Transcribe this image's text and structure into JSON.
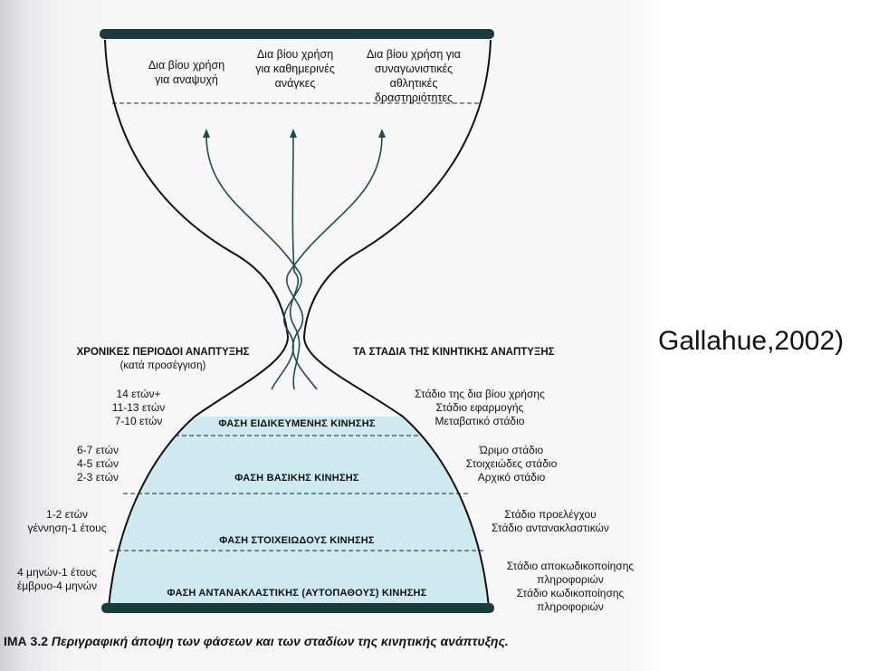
{
  "top_uses": [
    [
      "Δια βίου χρήση",
      "για αναψυχή"
    ],
    [
      "Δια βίου χρήση",
      "για καθημερινές",
      "ανάγκες"
    ],
    [
      "Δια βίου χρήση για",
      "συναγωνιστικές",
      "αθλητικές",
      "δραστηριότητες"
    ]
  ],
  "left_header": [
    "ΧΡΟΝΙΚΕΣ ΠΕΡΙΟΔΟΙ ΑΝΑΠΤΥΞΗΣ",
    "(κατά προσέγγιση)"
  ],
  "right_header": "ΤΑ ΣΤΑΔΙΑ ΤΗΣ ΚΙΝΗΤΙΚΗΣ ΑΝΑΠΤΥΞΗΣ",
  "phases": [
    "ΦΑΣΗ ΕΙΔΙΚΕΥΜΕΝΗΣ ΚΙΝΗΣΗΣ",
    "ΦΑΣΗ ΒΑΣΙΚΗΣ ΚΙΝΗΣΗΣ",
    "ΦΑΣΗ ΣΤΟΙΧΕΙΩΔΟΥΣ ΚΙΝΗΣΗΣ",
    "ΦΑΣΗ ΑΝΤΑΝΑΚΛΑΣΤΙΚΗΣ (ΑΥΤΟΠΑΘΟΥΣ) ΚΙΝΗΣΗΣ"
  ],
  "age_groups": [
    [
      "14 ετών+",
      "11-13 ετών",
      "7-10 ετών"
    ],
    [
      "6-7 ετών",
      "4-5 ετών",
      "2-3 ετών"
    ],
    [
      "1-2 ετών",
      "γέννηση-1 έτους"
    ],
    [
      "4 μηνών-1 έτους",
      "έμβρυο-4 μηνών"
    ]
  ],
  "stages": [
    [
      "Στάδιο της δια βίου χρήσης",
      "Στάδιο εφαρμογής",
      "Μεταβατικό στάδιο"
    ],
    [
      "Ώριμο στάδιο",
      "Στοιχειώδες στάδιο",
      "Αρχικό στάδιο"
    ],
    [
      "Στάδιο προελέγχου",
      "Στάδιο αντανακλαστικών"
    ],
    [
      "Στάδιο αποκωδικοποίησης",
      "πληροφοριών",
      "Στάδιο κωδικοποίησης",
      "πληροφοριών"
    ]
  ],
  "caption": {
    "number": "ΙΜΑ 3.2",
    "text": "Περιγραφική άποψη των φάσεων και των σταδίων της κινητικής ανάπτυξης."
  },
  "citation": "Gallahue,2002)",
  "colors": {
    "fill": "#cfe9f0",
    "rod": "#1c3b3f",
    "line": "#1f4d52",
    "outline": "#111111"
  }
}
